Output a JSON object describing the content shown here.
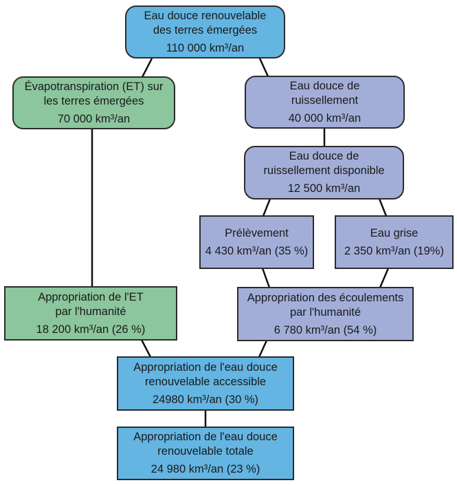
{
  "colors": {
    "box_blue": "#64b5e2",
    "box_green": "#8cc69c",
    "box_purple": "#a3aed8",
    "box_border": "#2b2b2b",
    "connector_line": "#111111",
    "text": "#1a1a1a"
  },
  "nodes": {
    "renewable": {
      "lines": [
        "Eau douce renouvelable",
        "des terres émergées"
      ],
      "value": "110 000 km³/an"
    },
    "evapotranspiration": {
      "lines": [
        "Évapotranspiration (ET) sur",
        "les terres émergées"
      ],
      "value": "70 000 km³/an"
    },
    "runoff": {
      "lines": [
        "Eau douce de",
        "ruissellement"
      ],
      "value": "40 000 km³/an"
    },
    "available_runoff": {
      "lines": [
        "Eau douce de",
        "ruissellement disponible"
      ],
      "value": "12 500 km³/an"
    },
    "withdrawal": {
      "lines": [
        "Prélèvement"
      ],
      "value": "4 430 km³/an (35 %)"
    },
    "grey_water": {
      "lines": [
        "Eau grise"
      ],
      "value": "2 350 km³/an (19%)"
    },
    "et_appropriation": {
      "lines": [
        "Appropriation de l'ET",
        "par l'humanité"
      ],
      "value": "18 200 km³/an (26 %)"
    },
    "flow_appropriation": {
      "lines": [
        "Appropriation des écoulements",
        "par l'humanité"
      ],
      "value": "6 780 km³/an (54 %)"
    },
    "accessible_appropriation": {
      "lines": [
        "Appropriation de l'eau douce",
        "renouvelable accessible"
      ],
      "value": "24980 km³/an (30 %)"
    },
    "total_appropriation": {
      "lines": [
        "Appropriation de l'eau douce",
        "renouvelable totale"
      ],
      "value": "24 980 km³/an (23 %)"
    }
  }
}
